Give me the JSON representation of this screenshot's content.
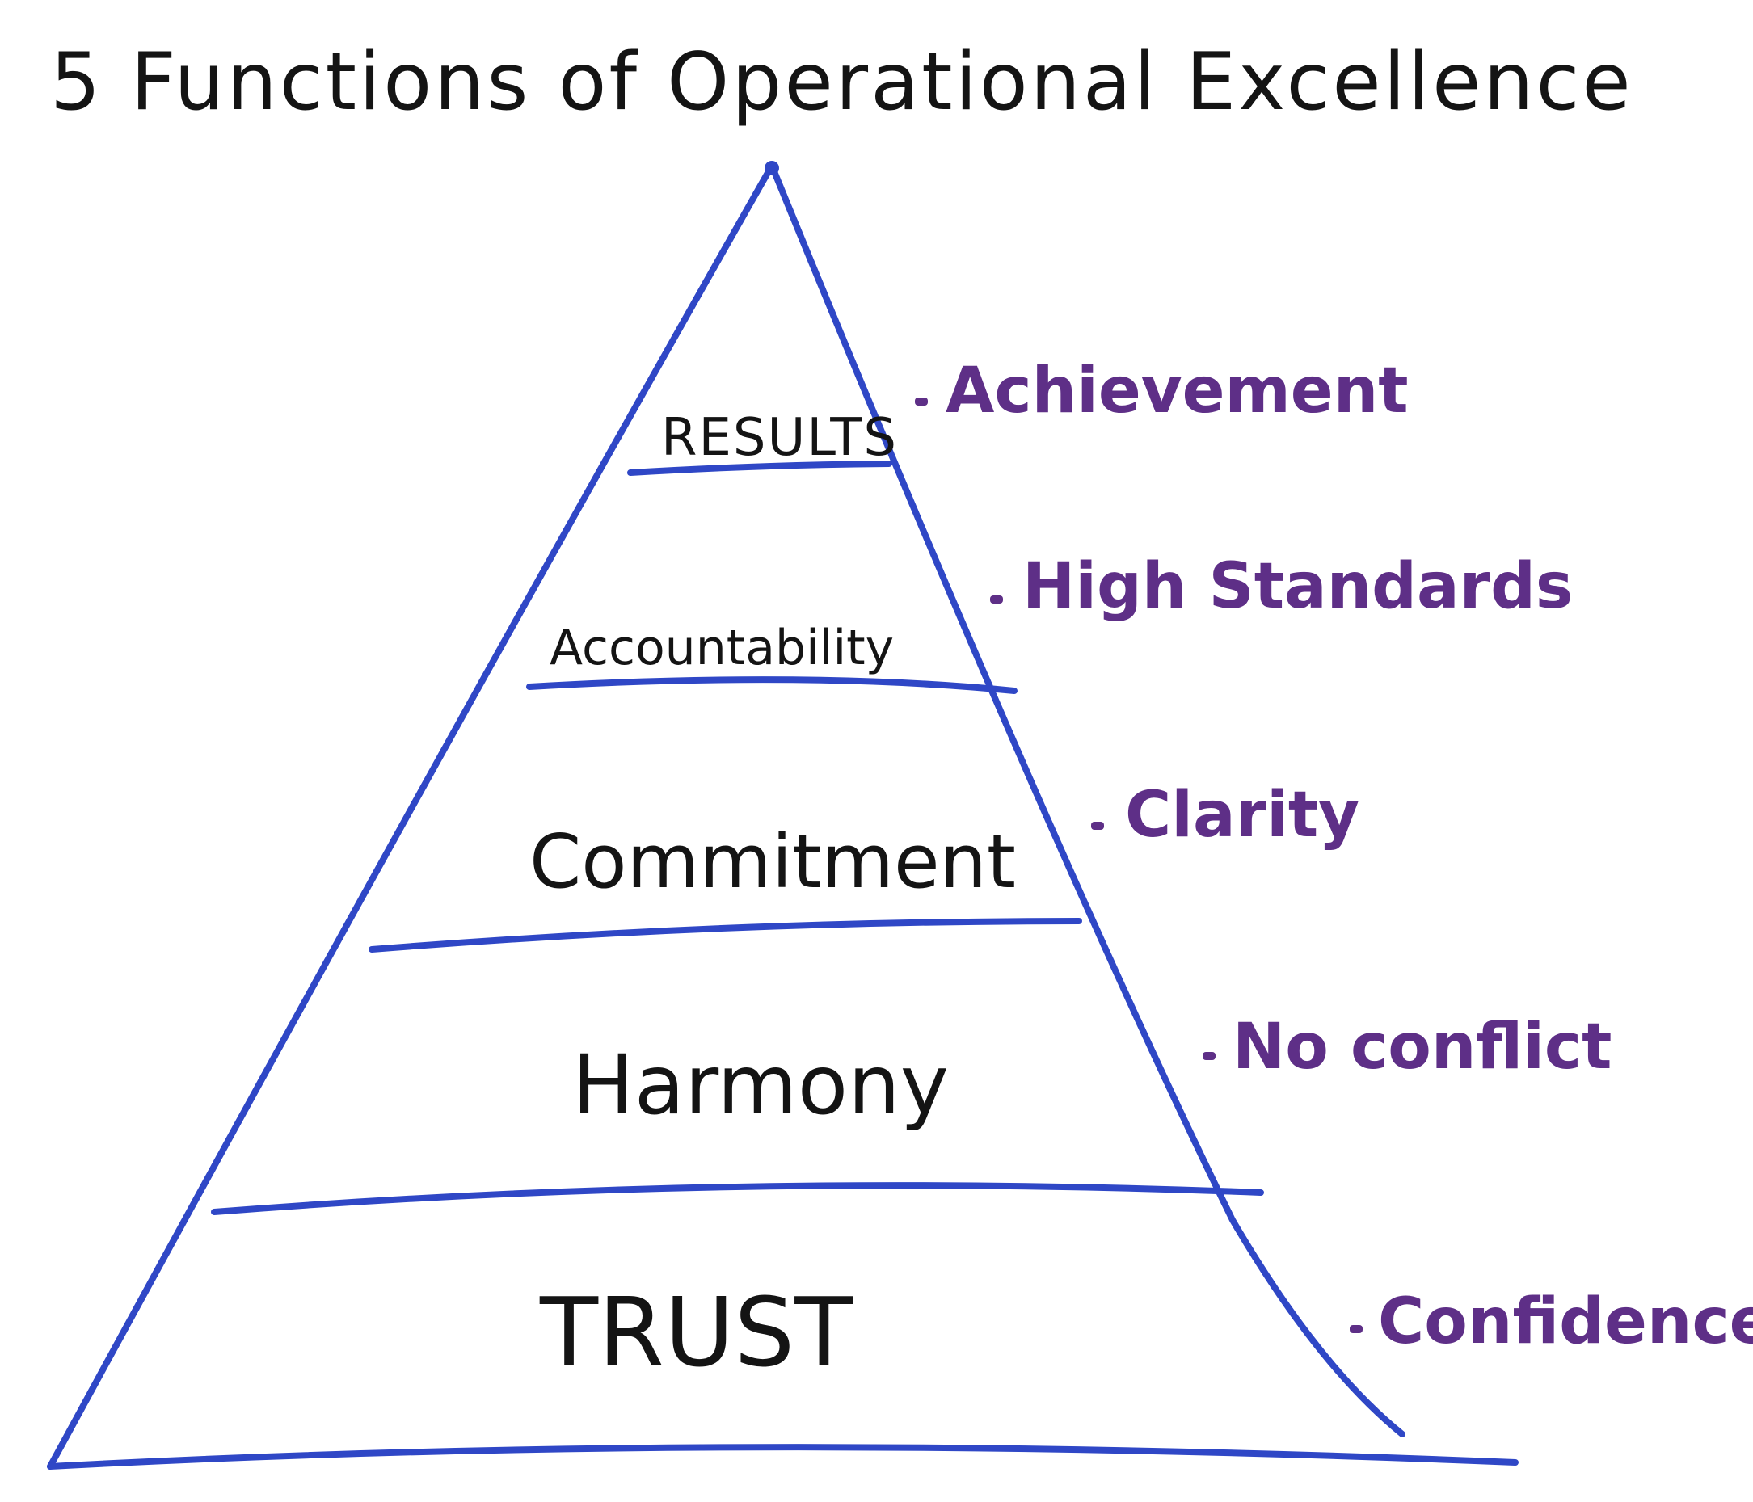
{
  "title": "5 Functions of Operational Excellence",
  "colors": {
    "pyramid_ink": "#2f47c6",
    "label_ink": "#141414",
    "note_ink": "#5e2f87",
    "background": "#ffffff"
  },
  "levels": [
    {
      "label": "RESULTS",
      "note": "Achievement"
    },
    {
      "label": "Accountability",
      "note": "High Standards"
    },
    {
      "label": "Commitment",
      "note": "Clarity"
    },
    {
      "label": "Harmony",
      "note": "No conflict"
    },
    {
      "label": "TRUST",
      "note": "Confidence"
    }
  ]
}
